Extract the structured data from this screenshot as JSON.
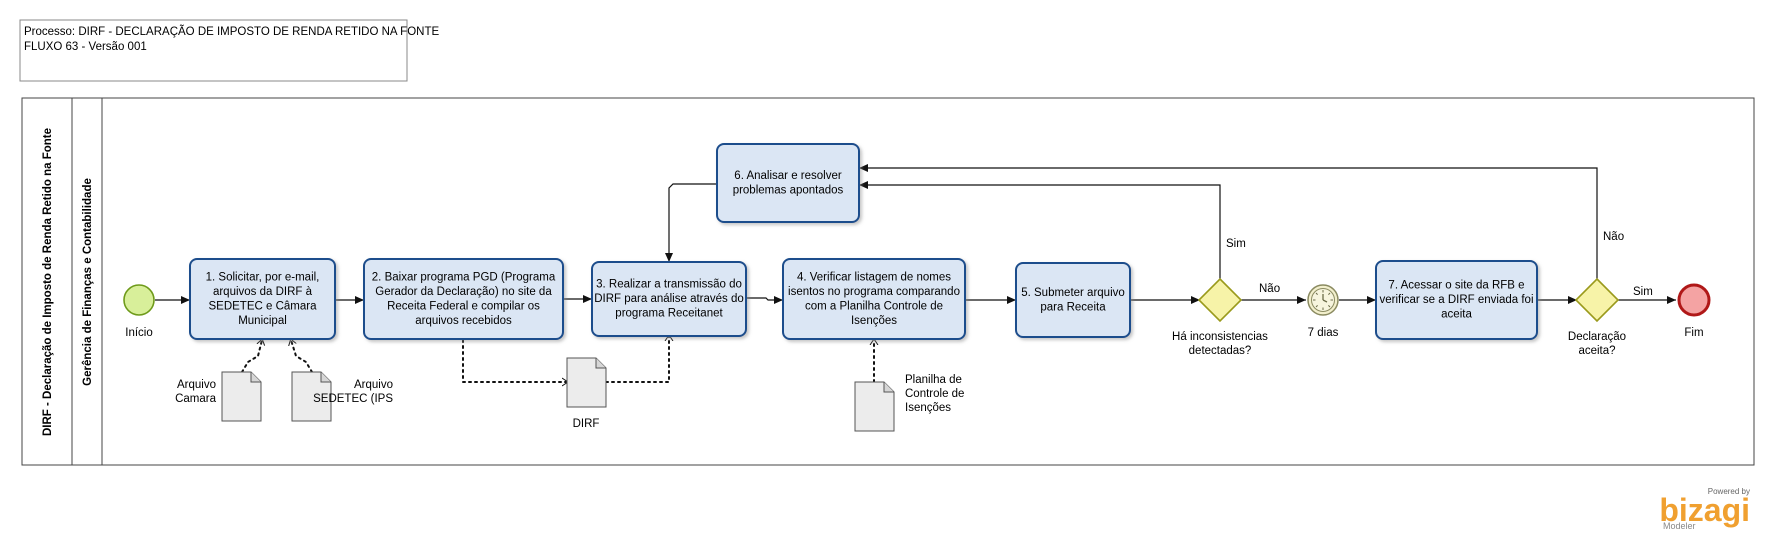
{
  "header": {
    "line1": "Processo:  DIRF - DECLARAÇÃO DE IMPOSTO DE RENDA RETIDO NA FONTE",
    "line2": "FLUXO 63 -  Versão 001"
  },
  "pool": {
    "label": "DIRF - Declaração de Imposto de Renda Retido na Fonte"
  },
  "lane": {
    "label": "Gerência de Finanças e Contabilidade"
  },
  "events": {
    "start": "Início",
    "end": "Fim",
    "timer": "7 dias"
  },
  "tasks": [
    {
      "id": "t1",
      "lines": [
        "1. Solicitar, por e-mail,",
        "arquivos da DIRF  à",
        "SEDETEC e Câmara",
        "Municipal"
      ]
    },
    {
      "id": "t2",
      "lines": [
        "2. Baixar programa PGD (Programa",
        "Gerador da Declaração) no site da",
        "Receita Federal e compilar os",
        "arquivos recebidos"
      ]
    },
    {
      "id": "t3",
      "lines": [
        "3. Realizar a transmissão do",
        "DIRF para análise através do",
        "programa Receitanet"
      ]
    },
    {
      "id": "t4",
      "lines": [
        "4. Verificar listagem de nomes",
        "isentos no programa comparando",
        "com a Planilha Controle de",
        "Isenções"
      ]
    },
    {
      "id": "t5",
      "lines": [
        "5. Submeter arquivo",
        "para Receita"
      ]
    },
    {
      "id": "t6",
      "lines": [
        "6. Analisar e resolver",
        "problemas apontados"
      ]
    },
    {
      "id": "t7",
      "lines": [
        "7. Acessar o site da RFB e",
        "verificar se a DIRF enviada foi",
        "aceita"
      ]
    }
  ],
  "gateways": [
    {
      "id": "g1",
      "lines": [
        "Há inconsistencias",
        "detectadas?"
      ]
    },
    {
      "id": "g2",
      "lines": [
        "Declaração",
        "aceita?"
      ]
    }
  ],
  "flow_labels": {
    "g1_yes": "Sim",
    "g1_no": "Não",
    "g2_no": "Não",
    "g2_yes": "Sim"
  },
  "artifacts": [
    {
      "id": "a1",
      "lines": [
        "Arquivo",
        "Camara"
      ]
    },
    {
      "id": "a2",
      "lines": [
        "Arquivo",
        "SEDETEC (IPS"
      ]
    },
    {
      "id": "a3",
      "lines": [
        "DIRF"
      ]
    },
    {
      "id": "a4",
      "lines": [
        "Planilha de",
        "Controle de",
        "Isenções"
      ]
    }
  ],
  "branding": {
    "powered_by": "Powered by",
    "brand": "bizagi",
    "product": "Modeler"
  },
  "colors": {
    "task_fill": "#dbe6f4",
    "task_stroke": "#1f4e8c",
    "start_fill": "#d8ef9a",
    "start_stroke": "#6e9a1a",
    "end_fill": "#f4a3a3",
    "end_stroke": "#b01818",
    "gateway_fill": "#f7f3a8",
    "gateway_stroke": "#9a9a1c",
    "brand": "#f0a030"
  }
}
